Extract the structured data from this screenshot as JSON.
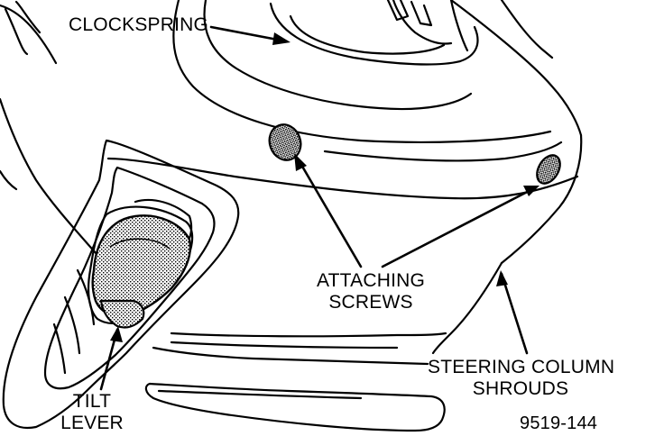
{
  "labels": {
    "clockspring": "CLOCKSPRING",
    "attaching_screws_line1": "ATTACHING",
    "attaching_screws_line2": "SCREWS",
    "shrouds_line1": "STEERING COLUMN",
    "shrouds_line2": "SHROUDS",
    "tilt_line1": "TILT",
    "tilt_line2": "LEVER",
    "figure_code": "9519-144"
  },
  "colors": {
    "ink": "#000000",
    "paper": "#ffffff"
  }
}
